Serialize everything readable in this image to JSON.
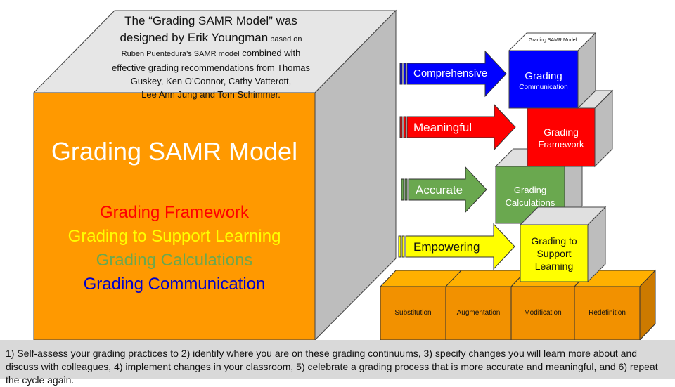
{
  "intro": {
    "line1": "The “Grading SAMR Model” was",
    "line2a": "designed by Erik Youngman",
    "line2b": " based on",
    "line3": "Ruben Puentedura’s SAMR model",
    "line3b": " combined with",
    "line4": "effective grading recommendations from Thomas",
    "line5": "Guskey, Ken O’Connor, Cathy Vatterott,",
    "line6": "Lee Ann Jung and Tom Schimmer."
  },
  "cube": {
    "title": "Grading SAMR Model",
    "items": [
      {
        "label": "Grading Framework",
        "color": "#ff0000"
      },
      {
        "label": "Grading to Support Learning",
        "color": "#ffff00"
      },
      {
        "label": "Grading Calculations",
        "color": "#6aa84f"
      },
      {
        "label": "Grading Communication",
        "color": "#0000cc"
      }
    ]
  },
  "arrows": [
    {
      "label": "Comprehensive",
      "color": "#0000ff"
    },
    {
      "label": "Meaningful",
      "color": "#ff0000"
    },
    {
      "label": "Accurate",
      "color": "#6aa84f"
    },
    {
      "label": "Empowering",
      "color": "#ffff00"
    }
  ],
  "stack": {
    "small_title": "Grading SAMR Model",
    "communication": {
      "line1": "Grading",
      "line2": "Communication"
    },
    "framework": {
      "line1": "Grading",
      "line2": "Framework"
    },
    "calculations": {
      "line1": "Grading",
      "line2": "Calculations"
    },
    "support": {
      "line1": "Grading to",
      "line2": "Support",
      "line3": "Learning"
    }
  },
  "base": [
    "Substitution",
    "Augmentation",
    "Modification",
    "Redefinition"
  ],
  "footer": "1) Self-assess your grading practices to 2) identify where you are on these grading continuums, 3) specify changes you will learn more about and discuss with colleagues, 4) implement changes in your classroom, 5) celebrate a grading process that is more accurate and meaningful, and 6) repeat the cycle again."
}
